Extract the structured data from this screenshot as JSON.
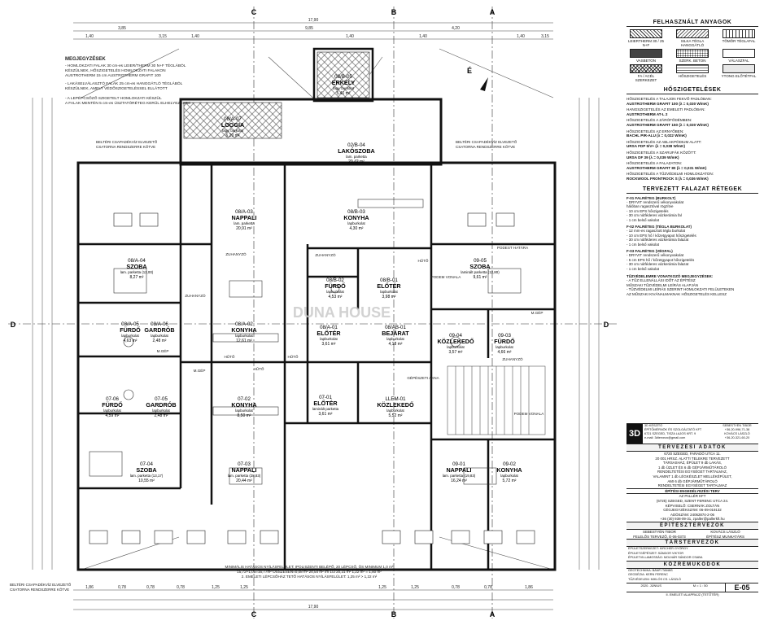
{
  "grid_letters": [
    "C",
    "B",
    "A",
    "C",
    "B",
    "A",
    "D",
    "D"
  ],
  "dimensions_top": [
    "17,90",
    "3,85",
    "9,85",
    "4,20",
    "1,40",
    "1,40",
    "1,40",
    "1,40",
    "1,40",
    "3,15",
    "3,15"
  ],
  "dimensions_bottom": [
    "17,90",
    "1,86",
    "0,78",
    "0,78",
    "0,78",
    "1,25",
    "1,25",
    "1,25",
    "1,25",
    "0,78",
    "0,78",
    "1,86"
  ],
  "north_label": "É",
  "notes": {
    "title": "MEGJEGYZÉSEK",
    "lines": [
      "- HOMLOKZATI FALAK 30 cm-es LEIER/THERM 30 N+F TÉGLÁBÓL",
      "  KÉSZÜLNEK, HŐSZIGETELÉS HOMLOKZATI FALAKON",
      "  AUSTROTHERM 15 cm AUSTROTHERM GRAFIT 100",
      "- LAKÁSELVÁLASZTÓ FALAK 25 cm-es HANGGÁTLÓ TÉGLÁBÓL",
      "  KÉSZÜLNEK, AMELY VÉDŐSZIGETELÉSSEL ELLÁTOTT",
      "- A LEPÉPCSŐZŐ SZIGETELT HOMLOKZATI KÉSZÜL",
      "  A FALAK MENTÉN 5 cm-es ÚSZTATÓRÉTEG KERÜL ELHELYEZÉSRE"
    ]
  },
  "chimney_labels": [
    "BELTÉRI CSAPADÉKVÍZ ELVEZETŐ",
    "CSATORNA RENDSZERRE KÖTVE",
    "BELTÉRI CSAPADÉKVÍZ ELVEZETŐ",
    "CSATORNA RENDSZERRE KÖTVE",
    "BELTÉRI CSAPADÉKVÍZ ELVEZETŐ",
    "CSATORNA RENDSZERRE KÖTVE"
  ],
  "rooms": [
    {
      "code": "08/A-07",
      "name": "LOGGIA",
      "floor": "fagy. burkolat",
      "area": "6,20 m²"
    },
    {
      "code": "08/B-05",
      "name": "ERKÉLY",
      "floor": "fagy. burkolat",
      "area": "5,41 m²"
    },
    {
      "code": "02/B-04",
      "name": "LAKÓSZOBA",
      "floor": "lam. parketta",
      "area": "20,42 m²"
    },
    {
      "code": "08/A-03",
      "name": "NAPPALI",
      "floor": "lam. parketta",
      "area": "20,91 m²"
    },
    {
      "code": "08/B-03",
      "name": "KONYHA",
      "floor": "lapburkolat",
      "area": "4,30 m²"
    },
    {
      "code": "08/A-04",
      "name": "SZOBA",
      "floor": "lam. parketta (12,00)",
      "area": "8,27 m²"
    },
    {
      "code": "09-05",
      "name": "SZOBA",
      "floor": "laminált parketta (12,80)",
      "area": "9,61 m²"
    },
    {
      "code": "08/B-02",
      "name": "FÜRDŐ",
      "floor": "lapburkolat",
      "area": "4,53 m²"
    },
    {
      "code": "08/B-01",
      "name": "ELŐTÉR",
      "floor": "lapburkolat",
      "area": "3,98 m²"
    },
    {
      "code": "08/A-05",
      "name": "FÜRDŐ",
      "floor": "lapburkolat",
      "area": "4,63 m²"
    },
    {
      "code": "08/A-06",
      "name": "GARDRÓB",
      "floor": "lapburkolat",
      "area": "2,48 m²"
    },
    {
      "code": "08/A-02",
      "name": "KONYHA",
      "floor": "lapburkolat",
      "area": "12,61 m²"
    },
    {
      "code": "08/A-01",
      "name": "ELŐTÉR",
      "floor": "lapburkolat",
      "area": "3,61 m²"
    },
    {
      "code": "08/AB-01",
      "name": "BEJÁRAT",
      "floor": "lapburkolat",
      "area": "4,18 m²"
    },
    {
      "code": "09-04",
      "name": "KÖZLEKEDŐ",
      "floor": "lapburkolat",
      "area": "3,57 m²"
    },
    {
      "code": "09-03",
      "name": "FÜRDŐ",
      "floor": "lapburkolat",
      "area": "4,66 m²"
    },
    {
      "code": "07-06",
      "name": "FÜRDŐ",
      "floor": "lapburkolat",
      "area": "4,59 m²"
    },
    {
      "code": "07-05",
      "name": "GARDRÓB",
      "floor": "lapburkolat",
      "area": "2,48 m²"
    },
    {
      "code": "07-02",
      "name": "KONYHA",
      "floor": "lapburkolat",
      "area": "8,50 m²"
    },
    {
      "code": "07-01",
      "name": "ELŐTÉR",
      "floor": "laminált parketta",
      "area": "3,61 m²"
    },
    {
      "code": "LLEM-01",
      "name": "KÖZLEKEDŐ",
      "floor": "lapburkolat",
      "area": "5,52 m²"
    },
    {
      "code": "07-04",
      "name": "SZOBA",
      "floor": "lam. parketta (13,17)",
      "area": "10,55 m²"
    },
    {
      "code": "07-03",
      "name": "NAPPALI",
      "floor": "lam. parketta (28,83)",
      "area": "20,44 m²"
    },
    {
      "code": "09-01",
      "name": "NAPPALI",
      "floor": "lam. parketta (19,83)",
      "area": "16,24 m²"
    },
    {
      "code": "09-02",
      "name": "KONYHA",
      "floor": "lapburkolat",
      "area": "5,72 m²"
    }
  ],
  "misc_labels": [
    "HŰTŐ",
    "HŰTŐ",
    "HŰTŐ",
    "HŰTŐ",
    "ZUHANYZÓ",
    "ZUHANYZÓ",
    "ZUHANYZÓ",
    "ZUHANYZÓ",
    "M.GÉP",
    "M.GÉP",
    "M.GÉP",
    "PODEST HATÁRA",
    "PODEM VONALA",
    "GÉPÉSZETI AKNA",
    "PODEM VONALA"
  ],
  "area_footer": [
    "MINIMÁLIS HATÁSOS NYÍLÁSFELÜLET: IPOLISZENTI BELÉPŐ, 20 LÉPCSŐ, ÖS MINIMUM 1,0 m²",
    "15,72+1,05=16,77m² ÓSSZESEN=0,08 m²  24,54 m² /m 1/3 20,31 m² 1,22 m² = 1,80 m²",
    "2. EMELETI LÉPCSŐHÁZ TETŐ HATÁSOS NYÍLÁSFELÜLET: 1,25 m² > 1,22 m²"
  ],
  "materials": {
    "title": "FELHASZNÁLT ANYAGOK",
    "items": [
      "LEIERTHERM 30 / 25 N+F",
      "SILKA TÉGLA HANGGÁTLÓ",
      "TÖMÖR TÉGLAFAL",
      "VASBETON",
      "SZERK. BETON",
      "VÁLASZFAL",
      "FA / ACÉL SZERKEZET",
      "HŐSZIGETELÉS",
      "YTONG ELŐTÉTFAL"
    ]
  },
  "insulation": {
    "title": "HŐSZIGETELÉSEK",
    "items": [
      {
        "t": "HŐSZIGETELÉS A TALAJON FEKVŐ PADLÓBAN:",
        "v": "AUSTROTHERM GRAFIT 100 (λ = 0,030 W/mK)"
      },
      {
        "t": "HANGSZIGETELÉS AZ EMELETI PADLÓBAN:",
        "v": "AUSTROTHERM AT-L 2"
      },
      {
        "t": "HŐSZIGETELÉS A ZÁRÓFÖDÉMBEN:",
        "v": "AUSTROTHERM GRAFIT 150 (λ = 0,030 W/mK)"
      },
      {
        "t": "HŐSZIGETELÉS AZ ERNYŐBEN:",
        "v": "BACHL PIR-ALU (λ = 0,022 W/mK)"
      },
      {
        "t": "HŐSZIGETELÉS AZ ABLAKPÓDIUM ALATT:",
        "v": "URSA FDP 5/V+ (λ = 0,038 W/mK)"
      },
      {
        "t": "HŐSZIGETELÉS A SZARUFÁK KÖZÖTT:",
        "v": "URSA DF 39 (λ = 0,039 W/mK)"
      },
      {
        "t": "HŐSZIGETELÉS A FALAZATON:",
        "v": "AUSTROTHERM GRAFIT 80 (λ = 0,031 W/mK)"
      },
      {
        "t": "HŐSZIGETELÉS A TŰZVÉDELMI HOMLOKZATON:",
        "v": "ROCKWOOL FRONTROCK S (λ = 0,036 W/mK)"
      }
    ]
  },
  "walls": {
    "title": "TERVEZETT FALAZAT RÉTEGEK",
    "items": [
      {
        "t": "F-01 FALRÉTEG (BURKOLT)",
        "l": [
          "- DRYVIT rendszerű vékonyvakolat",
          "  hálóban ragasztóval rögzítve",
          "- 10 cm EPS hőszigetelés",
          "- 30 cm nútféderes vázkerámia fal",
          "- 1 cm belső vakolat"
        ]
      },
      {
        "t": "F-02 FALRÉTEG (TÉGLA BURKOLAT)",
        "l": [
          "- 12 mm-es ragasztott tégla burkolat",
          "- 10 cm EPS hő / kőzetgyapot hőszigetelés",
          "- 30 cm nútféderes vázkerámia falazat",
          "- 1 cm belső vakolat"
        ]
      },
      {
        "t": "F-03 FALRÉTEG (VÉGFAL)",
        "l": [
          "- DRYVIT rendszerű vékonyvakolat",
          "- 5 cm EPS hő / kőzetgyapot hőszigetelés",
          "- 30 cm nútféderes vázkerámia falazat",
          "- 1 cm belső vakolat"
        ]
      }
    ]
  },
  "fire_note": {
    "title": "TŰZVÉDELEMRE VONATKOZÓ MEGJEGYZÉSEK:",
    "lines": [
      "- A TŰZ ELLENÁLLÁSI IDŐT AZ ÉPÍTÉSZ",
      "  MŰSZAKI TŰZVÉDELMI LEÍRÁS ALAPJÁN",
      "- TŰZVÉDELMI LEÍRÁS SZERINT HOMLOKZATI FELÜLETEKEN",
      "  AZ MŰSZAKI KIVÁNALMAKNAK HŐSZIGETELÉS KELLESZ"
    ]
  },
  "title_block": {
    "logo": "3D",
    "office_lines": [
      "3D KÉSZÍTŐ",
      "ÉPÍTŐMÉRNÖK ÉS SZOLGÁLTATÓ KFT",
      "6721 SZEGED, TISZA LAJOS KRT. 9",
      "e-mail: 3dtervezo@gmail.com"
    ],
    "office_right": [
      "SEBESTYÉN TIBOR",
      "+36-20-996-71-38",
      "KOVÁCS LÁSZLÓ",
      "+36-20-321-60-20"
    ],
    "h1": "TERVEZÉSI ADATOK",
    "project": [
      "6720 SZEGED, FARADÓ UTCA 11.",
      "20 001 HRSZ. ALATTI TELEKRE TERVEZETT",
      "TÁRSASHÁZ, ÉPÜLET 9 db LAKÁS,",
      "1 db ÜZLET ÉS 6 db GÉPJÁRMŰTÁROLÓ",
      "RENDELTETÉSI EGYSÉGET TARTALMAZ,",
      "VALAMINT 1 db LÉGKÉSZLET MELLÉKÉPÜLET,",
      "AMI 6 db GÉPJÁRMŰTÁROLÓ",
      "RENDELTETÉSI EGYSÉGET TARTALMAZ"
    ],
    "phase": "ÉPÍTÉSI ENGEDÉLYEZÉSI TERV",
    "client": [
      "AZ PALLÉR KFT",
      "(6725) SZEGED, SZENT FERENC UTCA 24.",
      "KÉPVISELŐ: CSERNÁK ZOLTÁN",
      "CÉGJEGYZÉKSZÁM: 06-09-019132",
      "ADÓSZÁM: 24062874-2-06",
      "+36 (30) 938-09-31, zpaller@pallerkft.hu"
    ],
    "h2": "ÉPÍTÉSZTERVEZŐK",
    "arch_left": [
      "SEBESTYÉN TIBOR",
      "FELELŐS TERVEZŐ, É-06-0373"
    ],
    "arch_right": [
      "KOVÁCS LÁSZLÓ",
      "ÉPÍTÉSZ MUNKATÁRS"
    ],
    "h3": "TÁRSTERVEZŐK",
    "partners": [
      "ÉPÜLETSZERKEZET: KIRCHER GYÖRGY",
      "ÉPÜLETGÉPÉSZET: SÁNDOR VIKTOR",
      "ÉPÜLETVILLAMOSSÁG: MOLNÁR SÁNDOR CSABA"
    ],
    "h4": "KÖZREMŰKÖDŐK",
    "contrib": [
      "GEOTECHNIKA: BÁNFI TAMÁS",
      "GEODÉZIA: KERN FERENC",
      "TŰZVÉDELEM: MIKLÓS CS. LÁSZLÓ"
    ],
    "date": "2020. JÚNIUS",
    "scale": "M = 1 : 50",
    "drawing": "II. EMELETI ALAPRAJZ (TETŐTÉR)",
    "sheet": "E-05",
    "side_labels": [
      "TERVEZŐ, MELYE",
      "ÉS MEGNEVEZÉSE",
      "TERV TÍPUSA",
      "MEGBÍZÓ NEVE",
      "ÉS CÍME"
    ]
  },
  "watermark": "DUNA HOUSE"
}
